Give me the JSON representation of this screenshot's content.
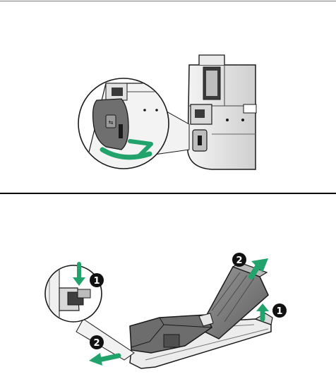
{
  "figure_top": {
    "description_icon": "battery-cover-open"
  },
  "figure_bottom": {
    "description_icon": "battery-remove",
    "step_markers": [
      "1",
      "2",
      "1",
      "2"
    ]
  },
  "colors": {
    "accent_arrow": "#21a36b",
    "outline": "#1a1a1a",
    "body_gray": "#7b7b7b",
    "light_gray": "#dcdcdc"
  }
}
